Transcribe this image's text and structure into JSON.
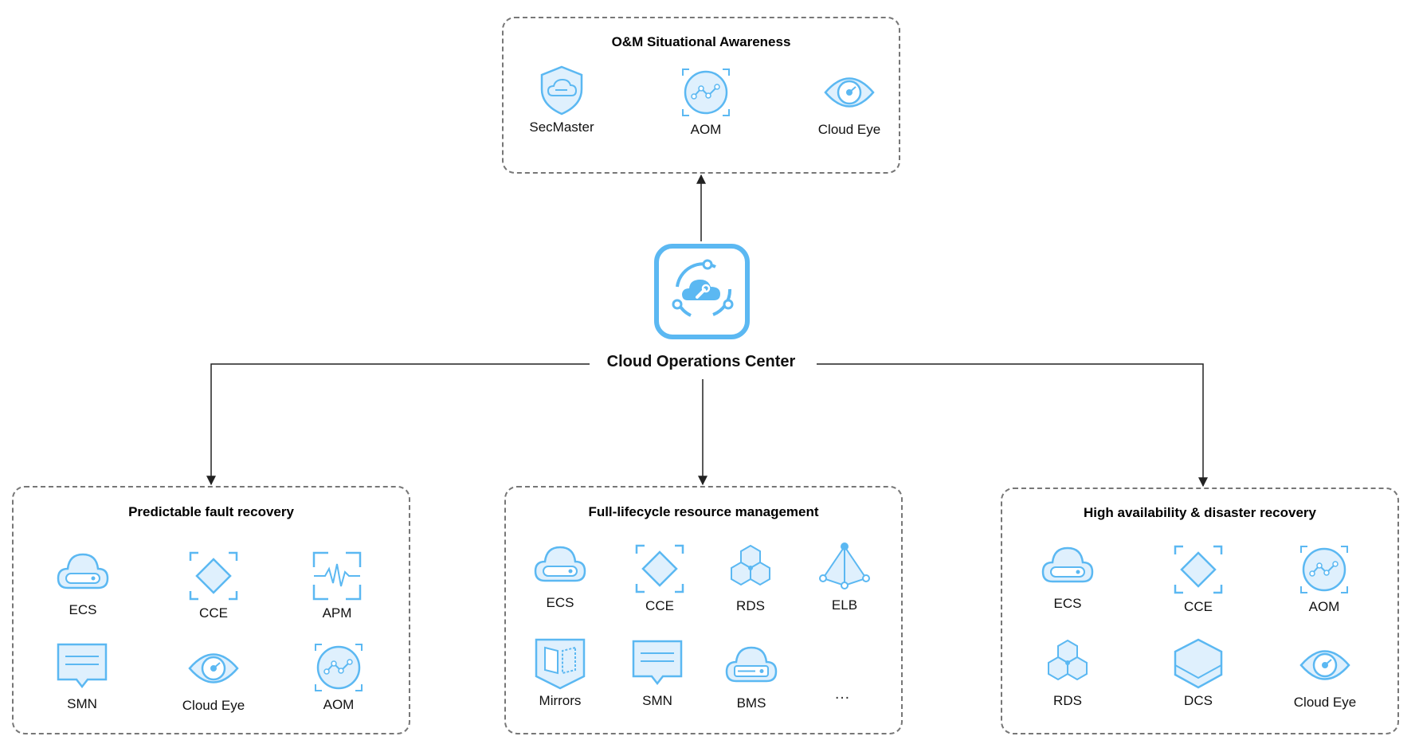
{
  "center": {
    "title": "Cloud Operations Center",
    "icon": "cloud-operations-icon"
  },
  "top_box": {
    "title": "O&M Situational Awareness",
    "services": [
      {
        "label": "SecMaster",
        "icon": "shield-icon"
      },
      {
        "label": "AOM",
        "icon": "aom-icon"
      },
      {
        "label": "Cloud Eye",
        "icon": "eye-icon"
      }
    ]
  },
  "left_box": {
    "title": "Predictable fault recovery",
    "services": [
      {
        "label": "ECS",
        "icon": "ecs-icon"
      },
      {
        "label": "CCE",
        "icon": "cce-icon"
      },
      {
        "label": "APM",
        "icon": "apm-icon"
      },
      {
        "label": "SMN",
        "icon": "smn-icon"
      },
      {
        "label": "Cloud Eye",
        "icon": "eye-icon"
      },
      {
        "label": "AOM",
        "icon": "aom-icon"
      }
    ]
  },
  "middle_box": {
    "title": "Full-lifecycle resource management",
    "services": [
      {
        "label": "ECS",
        "icon": "ecs-icon"
      },
      {
        "label": "CCE",
        "icon": "cce-icon"
      },
      {
        "label": "RDS",
        "icon": "rds-icon"
      },
      {
        "label": "ELB",
        "icon": "elb-icon"
      },
      {
        "label": "Mirrors",
        "icon": "mirrors-icon"
      },
      {
        "label": "SMN",
        "icon": "smn-icon"
      },
      {
        "label": "BMS",
        "icon": "bms-icon"
      }
    ],
    "more": "…"
  },
  "right_box": {
    "title": "High availability & disaster recovery",
    "services": [
      {
        "label": "ECS",
        "icon": "ecs-icon"
      },
      {
        "label": "CCE",
        "icon": "cce-icon"
      },
      {
        "label": "AOM",
        "icon": "aom-icon"
      },
      {
        "label": "RDS",
        "icon": "rds-icon"
      },
      {
        "label": "DCS",
        "icon": "dcs-icon"
      },
      {
        "label": "Cloud Eye",
        "icon": "eye-icon"
      }
    ]
  },
  "colors": {
    "icon_stroke": "#5bb8f2",
    "icon_fill": "#dff0fd",
    "border": "#777777",
    "line": "#222222"
  }
}
